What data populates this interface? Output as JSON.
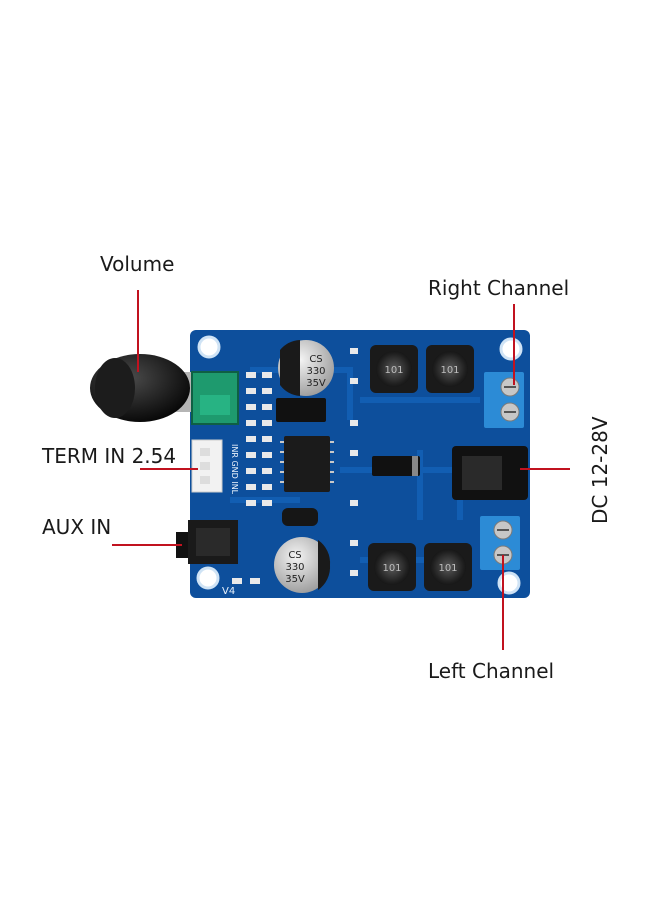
{
  "labels": {
    "volume": "Volume",
    "right_channel": "Right Channel",
    "term_in": "TERM IN 2.54",
    "aux_in": "AUX IN",
    "dc": "DC 12-28V",
    "left_channel": "Left Channel"
  },
  "board_marks": {
    "cap_top": [
      "CS",
      "330",
      "35V"
    ],
    "cap_bottom": [
      "CS",
      "330",
      "35V"
    ],
    "inductor": "101",
    "version": "V4",
    "connector_pins": "INR GND INL"
  },
  "colors": {
    "pcb": "#0d4f9c",
    "pcb_trace": "#1462b8",
    "annotation": "#c1121f",
    "terminal": "#2c8bd6"
  }
}
